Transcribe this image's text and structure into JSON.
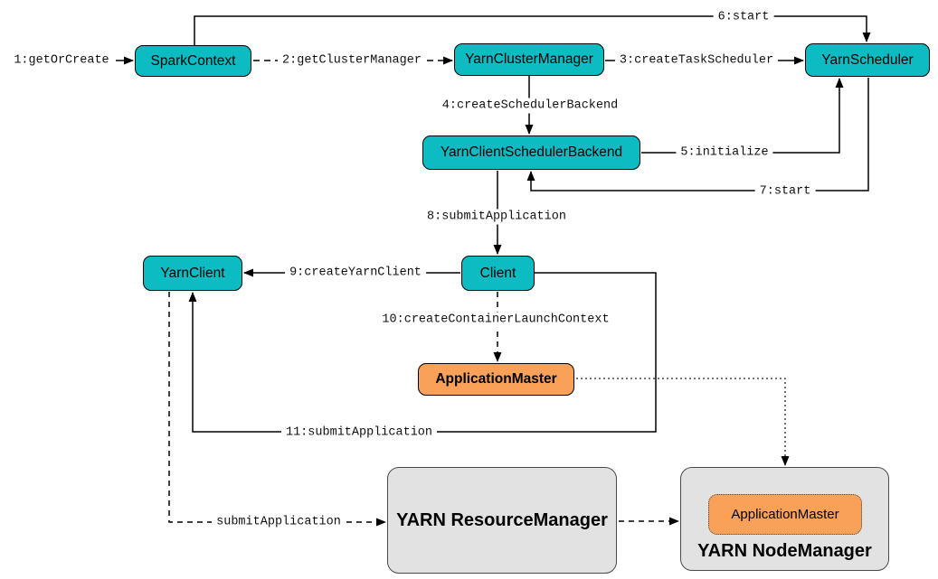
{
  "diagram": {
    "description_colors": {
      "node_teal": "#0CBCC2",
      "node_orange": "#F9A159",
      "container_gray": "#E2E2E2",
      "line_black": "#000000"
    },
    "nodes": {
      "spark_context": {
        "label": "SparkContext",
        "type": "teal"
      },
      "yarn_cluster_manager": {
        "label": "YarnClusterManager",
        "type": "teal"
      },
      "yarn_scheduler": {
        "label": "YarnScheduler",
        "type": "teal"
      },
      "yarn_client_scheduler_backend": {
        "label": "YarnClientSchedulerBackend",
        "type": "teal"
      },
      "yarn_client": {
        "label": "YarnClient",
        "type": "teal"
      },
      "client": {
        "label": "Client",
        "type": "teal"
      },
      "application_master": {
        "label": "ApplicationMaster",
        "type": "orange"
      },
      "yarn_resource_manager": {
        "label": "YARN ResourceManager",
        "type": "gray-container"
      },
      "yarn_node_manager": {
        "label": "YARN NodeManager",
        "type": "gray-container"
      },
      "application_master_in_node_manager": {
        "label": "ApplicationMaster",
        "type": "orange-dotted"
      }
    },
    "edges": {
      "e1": {
        "label": "1:getOrCreate",
        "style": "solid",
        "from": "external",
        "to": "spark_context"
      },
      "e2": {
        "label": "2:getClusterManager",
        "style": "dashed",
        "from": "spark_context",
        "to": "yarn_cluster_manager"
      },
      "e3": {
        "label": "3:createTaskScheduler",
        "style": "solid",
        "from": "yarn_cluster_manager",
        "to": "yarn_scheduler"
      },
      "e4": {
        "label": "4:createSchedulerBackend",
        "style": "solid",
        "from": "yarn_cluster_manager",
        "to": "yarn_client_scheduler_backend"
      },
      "e5": {
        "label": "5:initialize",
        "style": "solid",
        "from": "yarn_client_scheduler_backend",
        "to": "yarn_scheduler"
      },
      "e6": {
        "label": "6:start",
        "style": "solid",
        "from": "spark_context",
        "to": "yarn_scheduler"
      },
      "e7": {
        "label": "7:start",
        "style": "solid",
        "from": "yarn_scheduler",
        "to": "yarn_client_scheduler_backend"
      },
      "e8": {
        "label": "8:submitApplication",
        "style": "solid",
        "from": "yarn_client_scheduler_backend",
        "to": "client"
      },
      "e9": {
        "label": "9:createYarnClient",
        "style": "solid",
        "from": "client",
        "to": "yarn_client"
      },
      "e10": {
        "label": "10:createContainerLaunchContext",
        "style": "dashed",
        "from": "client",
        "to": "application_master"
      },
      "e11": {
        "label": "11:submitApplication",
        "style": "solid",
        "from": "client",
        "to": "yarn_client"
      },
      "e12": {
        "label": "submitApplication",
        "style": "dashed",
        "from": "yarn_client",
        "to": "yarn_resource_manager"
      },
      "e13": {
        "label": "",
        "style": "dotted",
        "from": "application_master",
        "to": "yarn_node_manager"
      },
      "e14": {
        "label": "",
        "style": "dashed",
        "from": "yarn_resource_manager",
        "to": "yarn_node_manager"
      }
    }
  }
}
